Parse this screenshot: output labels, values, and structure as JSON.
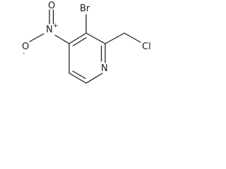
{
  "molecule": {
    "atoms": {
      "bromine": "Br",
      "chlorine": "Cl",
      "nitrogen_ring": "N",
      "nitrogen_nitro": "N",
      "oxygen_top": "O",
      "oxygen_left": "O",
      "plus_charge": "+",
      "minus_charge": "-"
    }
  }
}
